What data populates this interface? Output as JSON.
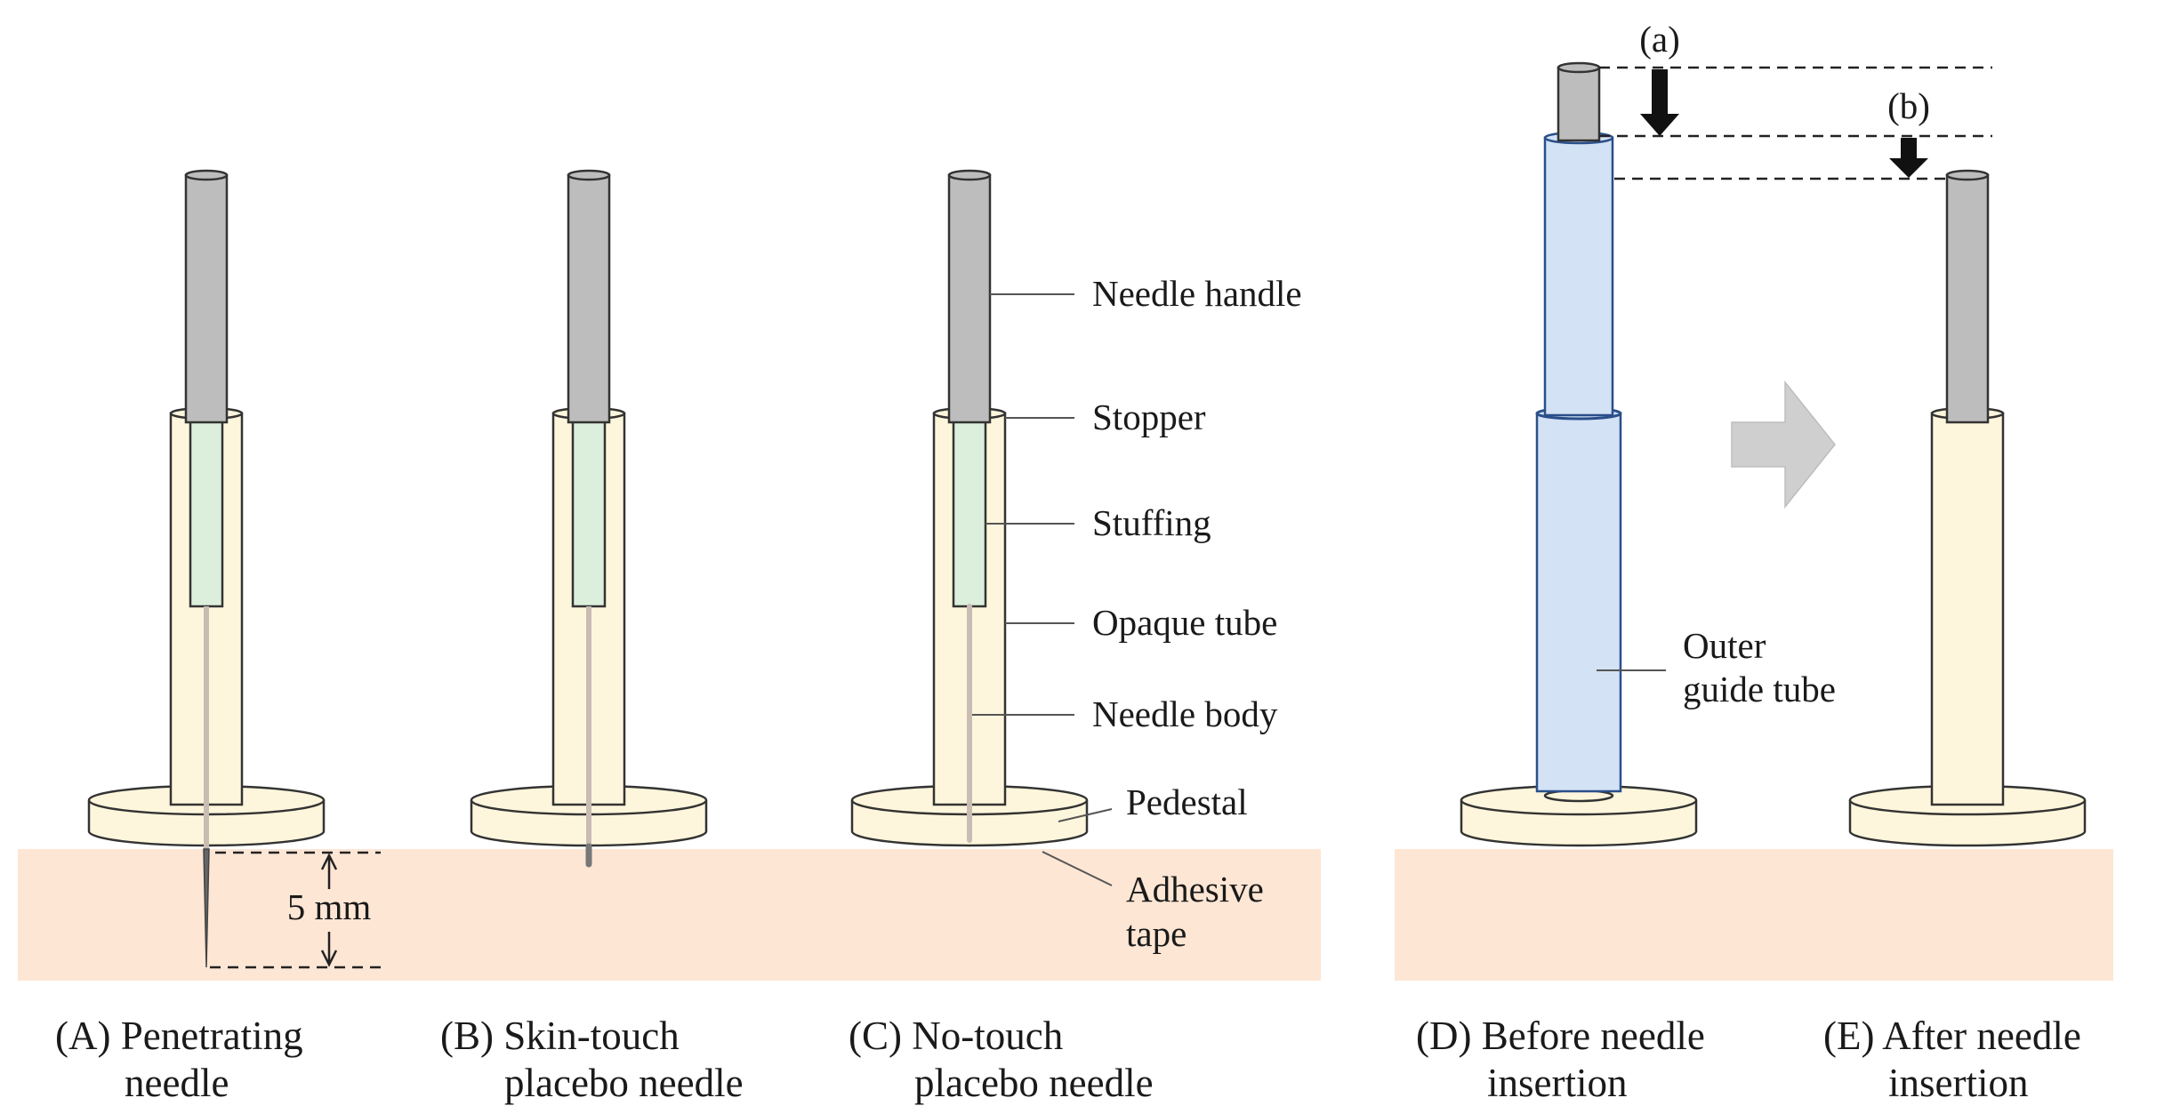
{
  "colors": {
    "skin": "#fde6d4",
    "tube": "#fef6dc",
    "handle": "#bdbdbd",
    "stuffing": "#dcefdc",
    "guide_tube": "#d3e2f4",
    "needle_body": "#c9bcb2",
    "arrow_gray": "#cfcfcf"
  },
  "labels": {
    "needle_handle": "Needle handle",
    "stopper": "Stopper",
    "stuffing": "Stuffing",
    "opaque_tube": "Opaque tube",
    "needle_body": "Needle body",
    "pedestal": "Pedestal",
    "adhesive_tape_line1": "Adhesive",
    "adhesive_tape_line2": "tape",
    "outer_guide_tube_line1": "Outer",
    "outer_guide_tube_line2": "guide tube",
    "depth": "5 mm",
    "marker_a": "(a)",
    "marker_b": "(b)"
  },
  "captions": {
    "a": {
      "line1": "(A) Penetrating",
      "line2": "needle"
    },
    "b": {
      "line1": "(B) Skin-touch",
      "line2": "placebo needle"
    },
    "c": {
      "line1": "(C) No-touch",
      "line2": "placebo needle"
    },
    "d": {
      "line1": "(D) Before needle",
      "line2": "insertion"
    },
    "e": {
      "line1": "(E) After needle",
      "line2": "insertion"
    }
  }
}
